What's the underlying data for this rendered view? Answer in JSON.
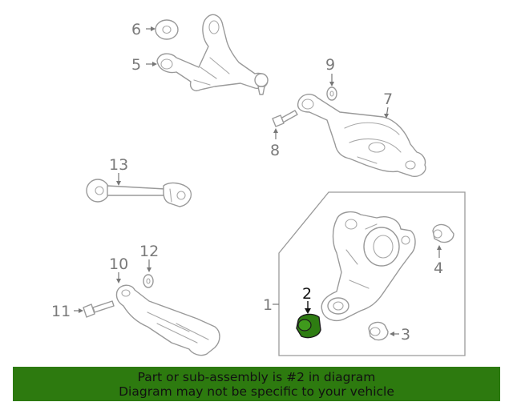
{
  "diagram": {
    "callouts": {
      "c1": "1",
      "c2": "2",
      "c3": "3",
      "c4": "4",
      "c5": "5",
      "c6": "6",
      "c7": "7",
      "c8": "8",
      "c9": "9",
      "c10": "10",
      "c11": "11",
      "c12": "12",
      "c13": "13"
    },
    "highlighted_part": "2",
    "highlight_color": "#2d7a0f"
  },
  "banner": {
    "line1": "Part or sub-assembly is #2 in diagram",
    "line2": "Diagram may not be specific to your vehicle"
  }
}
